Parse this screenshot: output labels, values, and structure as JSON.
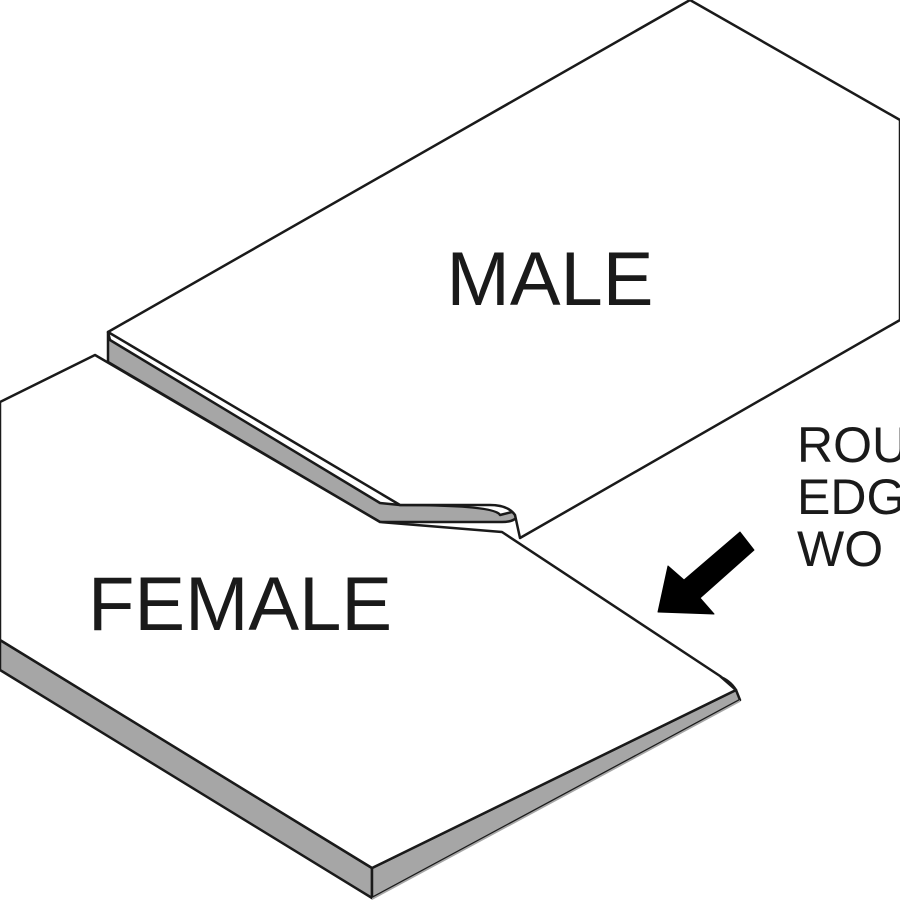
{
  "labels": {
    "male": "MALE",
    "female": "FEMALE",
    "callout_line1": "ROU",
    "callout_line2": "EDG",
    "callout_line3": "WO"
  },
  "colors": {
    "background": "#ffffff",
    "panel_top": "#ffffff",
    "panel_edge": "#a6a6a6",
    "outline": "#1a1a1a",
    "arrow": "#000000",
    "text": "#1a1a1a"
  },
  "icons": {
    "callout_arrow": "arrow-down-left-icon"
  }
}
